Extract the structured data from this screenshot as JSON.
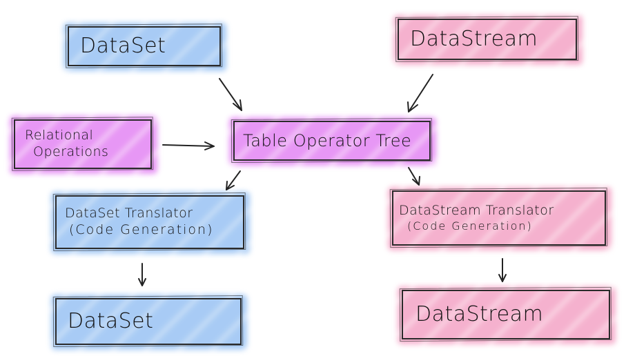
{
  "colors": {
    "dataset_fill": "#a8ccf5",
    "datastream_fill": "#f7b3cf",
    "table_fill": "#e89cf5",
    "ink": "#222222"
  },
  "nodes": {
    "dataset_input": {
      "lines": [
        "DataSet"
      ],
      "color": "blue"
    },
    "datastream_input": {
      "lines": [
        "DataStream"
      ],
      "color": "pink"
    },
    "relational_operations": {
      "lines": [
        "Relational",
        "Operations"
      ],
      "color": "purple"
    },
    "table_operator_tree": {
      "lines": [
        "Table Operator Tree"
      ],
      "color": "purple"
    },
    "dataset_translator": {
      "lines": [
        "DataSet Translator",
        "(Code Generation)"
      ],
      "color": "blue"
    },
    "datastream_translator": {
      "lines": [
        "DataStream Translator",
        "(Code Generation)"
      ],
      "color": "pink"
    },
    "dataset_output": {
      "lines": [
        "DataSet"
      ],
      "color": "blue"
    },
    "datastream_output": {
      "lines": [
        "DataStream"
      ],
      "color": "pink"
    }
  },
  "edges": [
    {
      "from": "dataset_input",
      "to": "table_operator_tree"
    },
    {
      "from": "datastream_input",
      "to": "table_operator_tree"
    },
    {
      "from": "relational_operations",
      "to": "table_operator_tree"
    },
    {
      "from": "table_operator_tree",
      "to": "dataset_translator"
    },
    {
      "from": "table_operator_tree",
      "to": "datastream_translator"
    },
    {
      "from": "dataset_translator",
      "to": "dataset_output"
    },
    {
      "from": "datastream_translator",
      "to": "datastream_output"
    }
  ]
}
